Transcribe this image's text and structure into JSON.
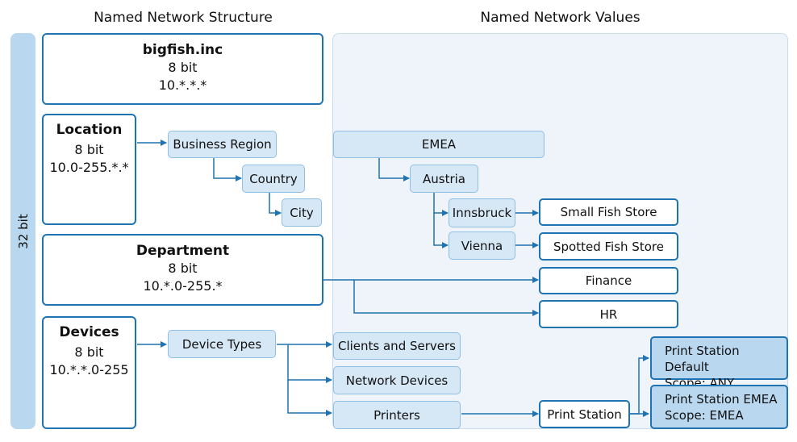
{
  "headers": {
    "structure": "Named Network Structure",
    "values": "Named Network Values"
  },
  "side_label": "32 bit",
  "blocks": {
    "company": {
      "title": "bigfish.inc",
      "bits": "8 bit",
      "range": "10.*.*.*"
    },
    "location": {
      "title": "Location",
      "bits": "8 bit",
      "range": "10.0-255.*.*"
    },
    "department": {
      "title": "Department",
      "bits": "8 bit",
      "range": "10.*.0-255.*"
    },
    "devices": {
      "title": "Devices",
      "bits": "8 bit",
      "range": "10.*.*.0-255"
    }
  },
  "structure_nodes": {
    "business_region": "Business Region",
    "country": "Country",
    "city": "City",
    "device_types": "Device Types"
  },
  "value_nodes": {
    "emea": "EMEA",
    "austria": "Austria",
    "innsbruck": "Innsbruck",
    "vienna": "Vienna",
    "small_fish_store": "Small Fish Store",
    "spotted_fish_store": "Spotted Fish Store",
    "finance": "Finance",
    "hr": "HR",
    "clients_and_servers": "Clients and Servers",
    "network_devices": "Network Devices",
    "printers": "Printers",
    "print_station": "Print Station",
    "print_station_default": {
      "line1": "Print Station Default",
      "line2": "Scope: ANY"
    },
    "print_station_emea": {
      "line1": "Print Station EMEA",
      "line2": "Scope: EMEA"
    }
  },
  "colors": {
    "accent": "#1f73b1",
    "node_fill": "#d6e7f6",
    "dark_node_fill": "#b9d7ee",
    "panel_fill": "#eef4fa"
  }
}
